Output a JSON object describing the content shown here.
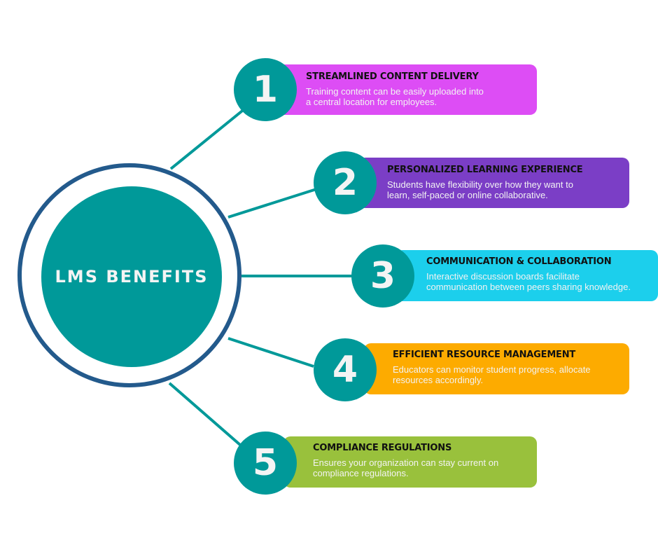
{
  "center": {
    "title": "LMS BENEFITS"
  },
  "colors": {
    "teal": "#009999",
    "ring": "#235a8c",
    "card1": "#dd4df5",
    "card2": "#7b3ec6",
    "card3": "#1ccfec",
    "card4": "#fdab00",
    "card5": "#99c13c"
  },
  "items": [
    {
      "number": "1",
      "title": "STREAMLINED CONTENT DELIVERY",
      "desc_line1": "Training content can be easily uploaded into",
      "desc_line2": "a central location for employees."
    },
    {
      "number": "2",
      "title": "PERSONALIZED LEARNING EXPERIENCE",
      "desc_line1": "Students have flexibility over how they want to",
      "desc_line2": "learn, self-paced or online collaborative."
    },
    {
      "number": "3",
      "title": "COMMUNICATION & COLLABORATION",
      "desc_line1": "Interactive discussion boards facilitate",
      "desc_line2": "communication between peers sharing knowledge."
    },
    {
      "number": "4",
      "title": "EFFICIENT RESOURCE MANAGEMENT",
      "desc_line1": "Educators can monitor student progress, allocate",
      "desc_line2": "resources accordingly."
    },
    {
      "number": "5",
      "title": "COMPLIANCE REGULATIONS",
      "desc_line1": "Ensures your organization can stay current on",
      "desc_line2": "compliance regulations."
    }
  ]
}
